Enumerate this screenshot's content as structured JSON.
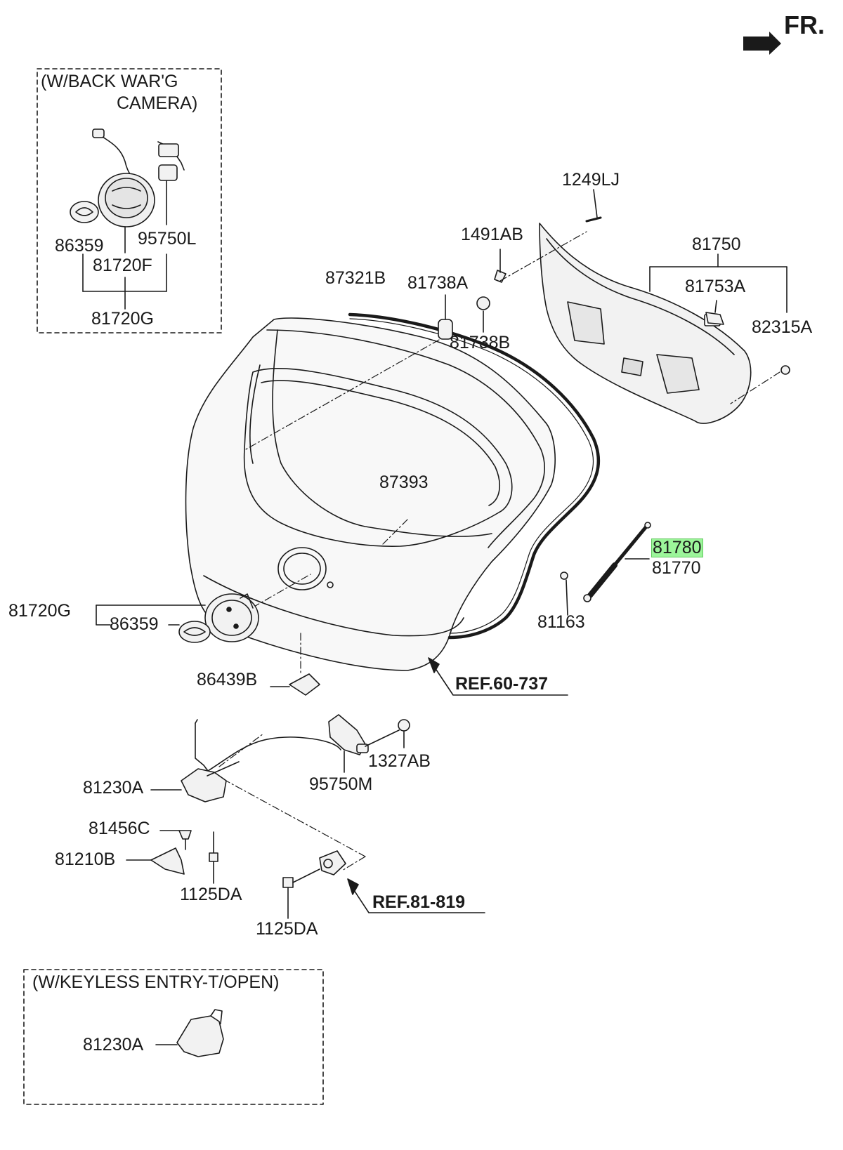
{
  "orientation": {
    "label": "FR.",
    "arrow_icon": "front-direction-arrow-icon"
  },
  "insets": {
    "camera": {
      "title_line1": "(W/BACK WAR'G",
      "title_line2": "CAMERA)"
    },
    "keyless": {
      "title": "(W/KEYLESS ENTRY-T/OPEN)"
    }
  },
  "parts": {
    "p86359_inset": "86359",
    "p95750L": "95750L",
    "p81720F": "81720F",
    "p81720G_inset": "81720G",
    "p1249LJ": "1249LJ",
    "p1491AB": "1491AB",
    "p81750": "81750",
    "p81753A": "81753A",
    "p82315A": "82315A",
    "p87321B": "87321B",
    "p81738A": "81738A",
    "p81738B": "81738B",
    "p87393": "87393",
    "p81780": "81780",
    "p81770": "81770",
    "p81163": "81163",
    "p81720G": "81720G",
    "p86359": "86359",
    "p86439B": "86439B",
    "p1327AB": "1327AB",
    "p95750M": "95750M",
    "p81230A": "81230A",
    "p81456C": "81456C",
    "p81210B": "81210B",
    "p1125DA_a": "1125DA",
    "p1125DA_b": "1125DA",
    "p81230A_keyless": "81230A"
  },
  "references": {
    "ref1": "REF.60-737",
    "ref2": "REF.81-819"
  },
  "highlight": {
    "part": "81780",
    "color": "#9cf59a"
  },
  "colors": {
    "line": "#1a1a1a",
    "part_fill": "#f2f2f2"
  }
}
